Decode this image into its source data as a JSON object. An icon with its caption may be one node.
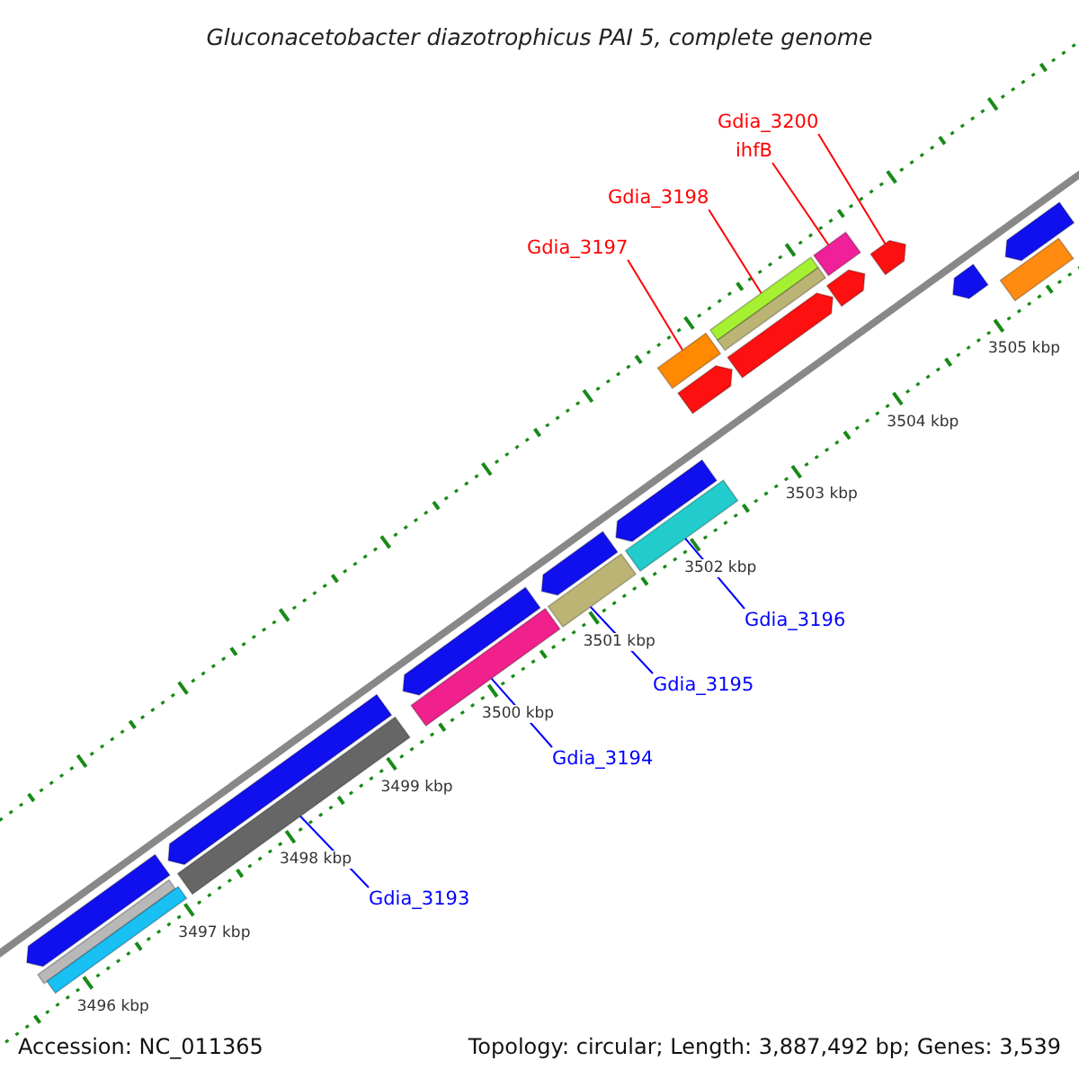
{
  "diagram": {
    "title": "Gluconacetobacter diazotrophicus PAI 5, complete genome",
    "nodes": [
      {
        "text": [
          "Gdia_3200"
        ]
      },
      {
        "text": [
          "ihfB"
        ]
      },
      {
        "text": [
          "Gdia_3198"
        ]
      },
      {
        "text": [
          "Gdia_3197"
        ]
      },
      {
        "text": [
          "Gdia_3196"
        ]
      },
      {
        "text": [
          "Gdia_3195"
        ]
      },
      {
        "text": [
          "Gdia_3194"
        ]
      },
      {
        "text": [
          "Gdia_3193"
        ]
      },
      {
        "text": [],
        "shape": "bar"
      },
      {
        "text": [],
        "shape": "bar"
      },
      {
        "text": [],
        "shape": "bar"
      },
      {
        "text": [],
        "shape": "bar"
      },
      {
        "text": [],
        "shape": "bar"
      },
      {
        "text": [],
        "shape": "bar"
      },
      {
        "text": [],
        "shape": "bar"
      },
      {
        "text": [],
        "shape": "bar"
      },
      {
        "text": [],
        "shape": "bar"
      },
      {
        "text": [],
        "shape": "bar"
      },
      {
        "text": [],
        "shape": "bar"
      },
      {
        "text": [],
        "shape": "bar"
      },
      {
        "text": [],
        "shape": "bar"
      },
      {
        "text": [],
        "shape": "bar"
      },
      {
        "text": [],
        "shape": "bar"
      },
      {
        "text": [],
        "shape": "bar"
      },
      {
        "text": [],
        "shape": "bar"
      },
      {
        "text": [],
        "shape": "bar"
      },
      {
        "text": [],
        "shape": "bar"
      },
      {
        "text": [],
        "shape": "bar"
      },
      {
        "text": [],
        "shape": "bar"
      },
      {
        "text": [],
        "shape": "bar"
      }
    ],
    "edges": [
      {
        "from": 0,
        "to": 26,
        "arrow": "none",
        "color": "#ff0000"
      },
      {
        "from": 1,
        "to": 25,
        "arrow": "none",
        "color": "#ff0000"
      },
      {
        "from": 2,
        "to": 22,
        "arrow": "none",
        "color": "#ff0000"
      },
      {
        "from": 3,
        "to": 19,
        "arrow": "none",
        "color": "#ff0000"
      },
      {
        "from": 4,
        "to": 18,
        "arrow": "none",
        "color": "#0000ff"
      },
      {
        "from": 5,
        "to": 15,
        "arrow": "none",
        "color": "#0000ff"
      },
      {
        "from": 6,
        "to": 13,
        "arrow": "none",
        "color": "#0000ff"
      },
      {
        "from": 7,
        "to": 12,
        "arrow": "none",
        "color": "#0000ff"
      }
    ],
    "labels": [
      "Accession: NC_011365",
      "Topology: circular; Length: 3,887,492 bp; Genes: 3,539",
      "3496 kbp",
      "3497 kbp",
      "3498 kbp",
      "3499 kbp",
      "3500 kbp",
      "3501 kbp",
      "3502 kbp",
      "3503 kbp",
      "3504 kbp",
      "3505 kbp"
    ]
  }
}
